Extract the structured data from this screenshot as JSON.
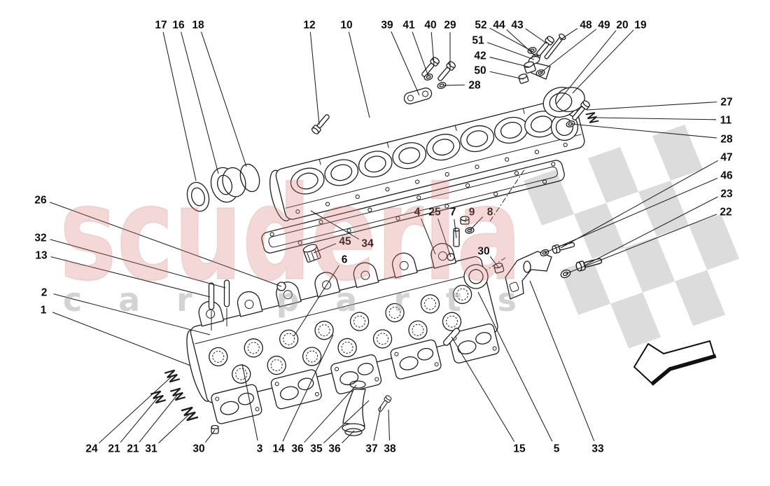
{
  "watermark": {
    "brand": "scuderia",
    "sub": "car parts",
    "brand_color": "#e9a6a6",
    "sub_color": "#d6d6d6"
  },
  "flag": {
    "name": "checkered-flag-watermark",
    "color": "#d8d8d8"
  },
  "arrow": {
    "name": "direction-arrow",
    "direction": "left"
  },
  "diagram": {
    "subject": "cylinder head exploded parts diagram",
    "line_color": "#1d1d1d",
    "callouts": [
      {
        "n": "17",
        "l": [
          230,
          35
        ],
        "t": [
          280,
          258
        ]
      },
      {
        "n": "16",
        "l": [
          255,
          35
        ],
        "t": [
          312,
          248
        ]
      },
      {
        "n": "18",
        "l": [
          283,
          35
        ],
        "t": [
          352,
          238
        ]
      },
      {
        "n": "12",
        "l": [
          442,
          35
        ],
        "t": [
          456,
          178
        ]
      },
      {
        "n": "10",
        "l": [
          495,
          35
        ],
        "t": [
          528,
          168
        ]
      },
      {
        "n": "39",
        "l": [
          553,
          35
        ],
        "t": [
          599,
          136
        ]
      },
      {
        "n": "41",
        "l": [
          584,
          35
        ],
        "t": [
          612,
          109
        ]
      },
      {
        "n": "40",
        "l": [
          615,
          35
        ],
        "t": [
          620,
          92
        ]
      },
      {
        "n": "29",
        "l": [
          643,
          35
        ],
        "t": [
          643,
          98
        ]
      },
      {
        "n": "52",
        "l": [
          687,
          35
        ],
        "t": [
          760,
          73
        ]
      },
      {
        "n": "44",
        "l": [
          713,
          35
        ],
        "t": [
          766,
          81
        ]
      },
      {
        "n": "43",
        "l": [
          739,
          35
        ],
        "t": [
          781,
          62
        ]
      },
      {
        "n": "48",
        "l": [
          837,
          35
        ],
        "t": [
          800,
          57
        ]
      },
      {
        "n": "49",
        "l": [
          863,
          35
        ],
        "t": [
          772,
          104
        ]
      },
      {
        "n": "20",
        "l": [
          889,
          35
        ],
        "t": [
          795,
          148
        ]
      },
      {
        "n": "19",
        "l": [
          915,
          35
        ],
        "t": [
          818,
          133
        ]
      },
      {
        "n": "51",
        "l": [
          683,
          57
        ],
        "t": [
          763,
          85
        ]
      },
      {
        "n": "42",
        "l": [
          686,
          79
        ],
        "t": [
          757,
          96
        ]
      },
      {
        "n": "50",
        "l": [
          686,
          100
        ],
        "t": [
          748,
          113
        ]
      },
      {
        "n": "28",
        "l": [
          678,
          121
        ],
        "t": [
          633,
          122
        ]
      },
      {
        "n": "27",
        "l": [
          1038,
          145
        ],
        "t": [
          838,
          157
        ]
      },
      {
        "n": "11",
        "l": [
          1037,
          171
        ],
        "t": [
          853,
          168
        ]
      },
      {
        "n": "28",
        "l": [
          1038,
          198
        ],
        "t": [
          816,
          177
        ]
      },
      {
        "n": "47",
        "l": [
          1038,
          224
        ],
        "t": [
          801,
          354
        ]
      },
      {
        "n": "46",
        "l": [
          1038,
          250
        ],
        "t": [
          778,
          361
        ]
      },
      {
        "n": "23",
        "l": [
          1038,
          276
        ],
        "t": [
          835,
          379
        ]
      },
      {
        "n": "22",
        "l": [
          1037,
          302
        ],
        "t": [
          808,
          391
        ]
      },
      {
        "n": "26",
        "l": [
          58,
          285
        ],
        "t": [
          402,
          409
        ]
      },
      {
        "n": "32",
        "l": [
          58,
          339
        ],
        "t": [
          322,
          411
        ]
      },
      {
        "n": "13",
        "l": [
          59,
          364
        ],
        "t": [
          300,
          424
        ]
      },
      {
        "n": "2",
        "l": [
          63,
          417
        ],
        "t": [
          300,
          478
        ]
      },
      {
        "n": "1",
        "l": [
          62,
          442
        ],
        "t": [
          272,
          522
        ]
      },
      {
        "n": "45",
        "l": [
          493,
          344
        ],
        "t": [
          448,
          361
        ]
      },
      {
        "n": "34",
        "l": [
          525,
          347
        ],
        "t": [
          444,
          301
        ]
      },
      {
        "n": "6",
        "l": [
          492,
          370
        ],
        "t": [
          420,
          480
        ]
      },
      {
        "n": "4",
        "l": [
          596,
          302
        ],
        "t": [
          622,
          363
        ]
      },
      {
        "n": "25",
        "l": [
          621,
          302
        ],
        "t": [
          644,
          367
        ]
      },
      {
        "n": "7",
        "l": [
          647,
          302
        ],
        "t": [
          652,
          340
        ]
      },
      {
        "n": "9",
        "l": [
          674,
          302
        ],
        "t": [
          664,
          317
        ]
      },
      {
        "n": "8",
        "l": [
          700,
          302
        ],
        "t": [
          671,
          329
        ]
      },
      {
        "n": "30",
        "l": [
          691,
          358
        ],
        "t": [
          713,
          383
        ]
      },
      {
        "n": "24",
        "l": [
          131,
          640
        ],
        "t": [
          246,
          537
        ]
      },
      {
        "n": "21",
        "l": [
          163,
          640
        ],
        "t": [
          226,
          567
        ]
      },
      {
        "n": "21",
        "l": [
          190,
          640
        ],
        "t": [
          254,
          563
        ]
      },
      {
        "n": "31",
        "l": [
          216,
          640
        ],
        "t": [
          271,
          591
        ]
      },
      {
        "n": "30",
        "l": [
          284,
          640
        ],
        "t": [
          307,
          614
        ]
      },
      {
        "n": "3",
        "l": [
          371,
          640
        ],
        "t": [
          346,
          520
        ]
      },
      {
        "n": "14",
        "l": [
          398,
          640
        ],
        "t": [
          476,
          478
        ]
      },
      {
        "n": "36",
        "l": [
          425,
          640
        ],
        "t": [
          509,
          550
        ]
      },
      {
        "n": "35",
        "l": [
          452,
          640
        ],
        "t": [
          527,
          572
        ]
      },
      {
        "n": "36",
        "l": [
          478,
          640
        ],
        "t": [
          506,
          615
        ]
      },
      {
        "n": "37",
        "l": [
          531,
          640
        ],
        "t": [
          544,
          581
        ]
      },
      {
        "n": "38",
        "l": [
          557,
          640
        ],
        "t": [
          555,
          585
        ]
      },
      {
        "n": "15",
        "l": [
          742,
          640
        ],
        "t": [
          645,
          481
        ]
      },
      {
        "n": "5",
        "l": [
          795,
          640
        ],
        "t": [
          683,
          417
        ]
      },
      {
        "n": "33",
        "l": [
          854,
          640
        ],
        "t": [
          757,
          401
        ]
      }
    ]
  }
}
